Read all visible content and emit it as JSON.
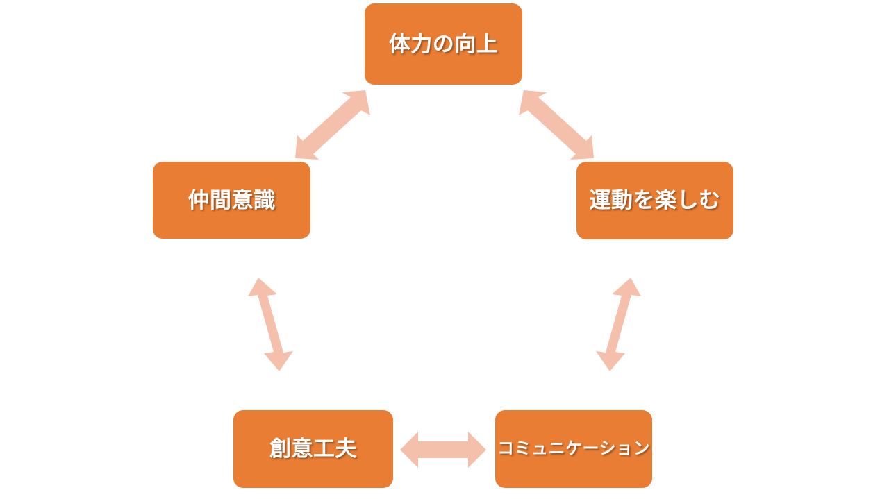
{
  "diagram": {
    "title": "",
    "type": "cycle-diagram",
    "background_color": "#ffffff",
    "node_color": "#e87d33",
    "node_text_color": "#ffffff",
    "arrow_color": "#f4c0ab",
    "nodes": [
      {
        "id": "fitness",
        "label": "体力の向上"
      },
      {
        "id": "fellowship",
        "label": "仲間意識"
      },
      {
        "id": "enjoy",
        "label": "運動を楽しむ"
      },
      {
        "id": "creativity",
        "label": "創意工夫"
      },
      {
        "id": "communication",
        "label": "コミュニケーション"
      }
    ],
    "connectors": [
      {
        "id": "fellowship-fitness",
        "icon": "double-arrow-diagonal-up-right-icon"
      },
      {
        "id": "fitness-enjoy",
        "icon": "double-arrow-diagonal-down-right-icon"
      },
      {
        "id": "fellowship-creativity",
        "icon": "double-arrow-vertical-icon"
      },
      {
        "id": "enjoy-communication",
        "icon": "double-arrow-vertical-icon"
      },
      {
        "id": "creativity-communication",
        "icon": "double-arrow-horizontal-icon"
      }
    ]
  }
}
